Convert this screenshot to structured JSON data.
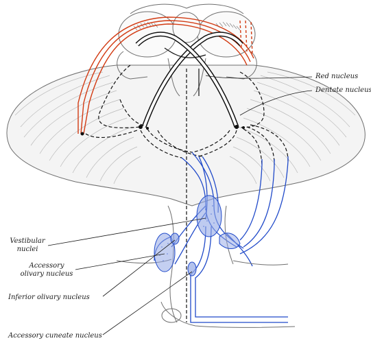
{
  "labels": {
    "red_nucleus": "Red nucleus",
    "dentate_nucleus": "Dentate nucleus",
    "vestibular_nuclei_line1": "Vestibular",
    "vestibular_nuclei_line2": "nuclei",
    "accessory_olivary_line1": "Accessory",
    "accessory_olivary_line2": "olivary nucleus",
    "inferior_olivary": "Inferior olivary nucleus",
    "accessory_cuneate": "Accessory cuneate nucleus"
  },
  "colors": {
    "background": "#ffffff",
    "outline": "#6e6e6e",
    "shading": "#b9b9b9",
    "black_tract": "#111111",
    "red_tract": "#d23a12",
    "blue_tract": "#1f49c9",
    "nucleus_fill": "#93a8e6"
  }
}
